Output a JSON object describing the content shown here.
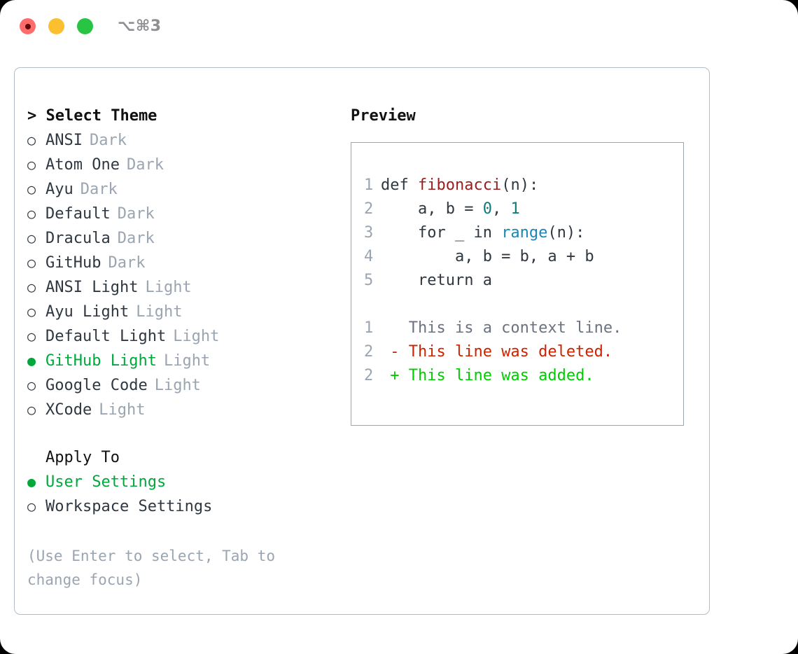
{
  "window": {
    "shortcut": "⌥⌘3",
    "traffic_lights": [
      {
        "name": "close-button",
        "color": "#ff6b6b"
      },
      {
        "name": "minimize-button",
        "color": "#fbbf30"
      },
      {
        "name": "maximize-button",
        "color": "#28c443"
      }
    ]
  },
  "theme_picker": {
    "title": "> Select Theme",
    "marker_selected": "●",
    "marker_unselected": "○",
    "items": [
      {
        "label": "ANSI",
        "tag": "Dark",
        "selected": false
      },
      {
        "label": "Atom One",
        "tag": "Dark",
        "selected": false
      },
      {
        "label": "Ayu",
        "tag": "Dark",
        "selected": false
      },
      {
        "label": "Default",
        "tag": "Dark",
        "selected": false
      },
      {
        "label": "Dracula",
        "tag": "Dark",
        "selected": false
      },
      {
        "label": "GitHub",
        "tag": "Dark",
        "selected": false
      },
      {
        "label": "ANSI Light",
        "tag": "Light",
        "selected": false
      },
      {
        "label": "Ayu Light",
        "tag": "Light",
        "selected": false
      },
      {
        "label": "Default Light",
        "tag": "Light",
        "selected": false
      },
      {
        "label": "GitHub Light",
        "tag": "Light",
        "selected": true
      },
      {
        "label": "Google Code",
        "tag": "Light",
        "selected": false
      },
      {
        "label": "XCode",
        "tag": "Light",
        "selected": false
      }
    ]
  },
  "apply_to": {
    "title": "Apply To",
    "items": [
      {
        "label": "User Settings",
        "selected": true
      },
      {
        "label": "Workspace Settings",
        "selected": false
      }
    ]
  },
  "hint": "(Use Enter to select, Tab to change focus)",
  "preview": {
    "title": "Preview",
    "code_lines": [
      {
        "lineno": "1",
        "tokens": [
          {
            "text": "def ",
            "type": "plain"
          },
          {
            "text": "fibonacci",
            "type": "fn"
          },
          {
            "text": "(n):",
            "type": "plain"
          }
        ]
      },
      {
        "lineno": "2",
        "tokens": [
          {
            "text": "    a, b = ",
            "type": "plain"
          },
          {
            "text": "0",
            "type": "num"
          },
          {
            "text": ", ",
            "type": "plain"
          },
          {
            "text": "1",
            "type": "num"
          }
        ]
      },
      {
        "lineno": "3",
        "tokens": [
          {
            "text": "    for _ in ",
            "type": "plain"
          },
          {
            "text": "range",
            "type": "call"
          },
          {
            "text": "(n):",
            "type": "plain"
          }
        ]
      },
      {
        "lineno": "4",
        "tokens": [
          {
            "text": "        a, b = b, a + b",
            "type": "plain"
          }
        ]
      },
      {
        "lineno": "5",
        "tokens": [
          {
            "text": "    return a",
            "type": "plain"
          }
        ]
      }
    ],
    "diff_lines": [
      {
        "lineno": "1",
        "tokens": [
          {
            "text": "   This is a context line.",
            "type": "ctx"
          }
        ]
      },
      {
        "lineno": "2",
        "tokens": [
          {
            "text": " - This line was deleted.",
            "type": "del"
          }
        ]
      },
      {
        "lineno": "2",
        "tokens": [
          {
            "text": " + This line was added.",
            "type": "add"
          }
        ]
      }
    ]
  },
  "colors": {
    "accent_green": "#00a83c",
    "diff_add": "#00cc00",
    "diff_del": "#cc2200",
    "muted": "#9aa5b1",
    "function": "#9b1c1c",
    "number": "#0f7a78",
    "builtin": "#1c84b5",
    "border": "#b3bcc9"
  }
}
